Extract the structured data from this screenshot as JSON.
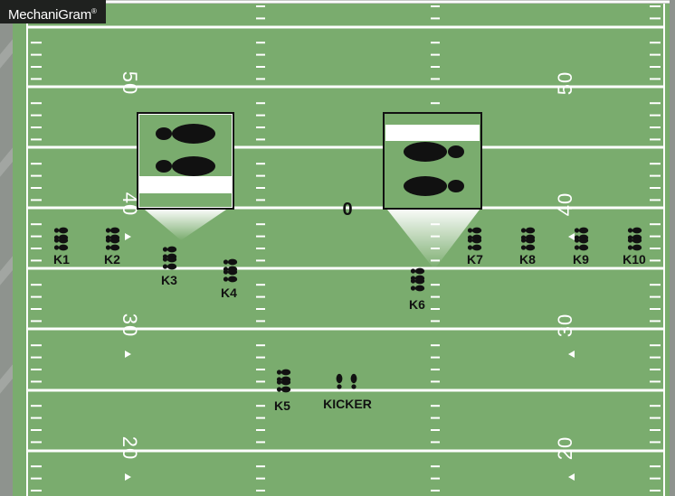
{
  "brand": {
    "name": "MechaniGram",
    "mark": "®"
  },
  "center_label": "0",
  "yard_numbers": {
    "left": [
      "50",
      "40",
      "30",
      "20"
    ],
    "right": [
      "50",
      "40",
      "30",
      "20"
    ]
  },
  "players": [
    {
      "id": "k1",
      "label": "K1"
    },
    {
      "id": "k2",
      "label": "K2"
    },
    {
      "id": "k3",
      "label": "K3"
    },
    {
      "id": "k4",
      "label": "K4"
    },
    {
      "id": "k5",
      "label": "K5"
    },
    {
      "id": "kicker",
      "label": "KICKER"
    },
    {
      "id": "k6",
      "label": "K6"
    },
    {
      "id": "k7",
      "label": "K7"
    },
    {
      "id": "k8",
      "label": "K8"
    },
    {
      "id": "k9",
      "label": "K9"
    },
    {
      "id": "k10",
      "label": "K10"
    }
  ],
  "colors": {
    "turf": "#7aac6e",
    "lines": "#ffffff",
    "marks": "#111111",
    "sideline": "#8a8f8a"
  },
  "icons": [
    "footprints-icon",
    "zoom-callout-icon"
  ]
}
